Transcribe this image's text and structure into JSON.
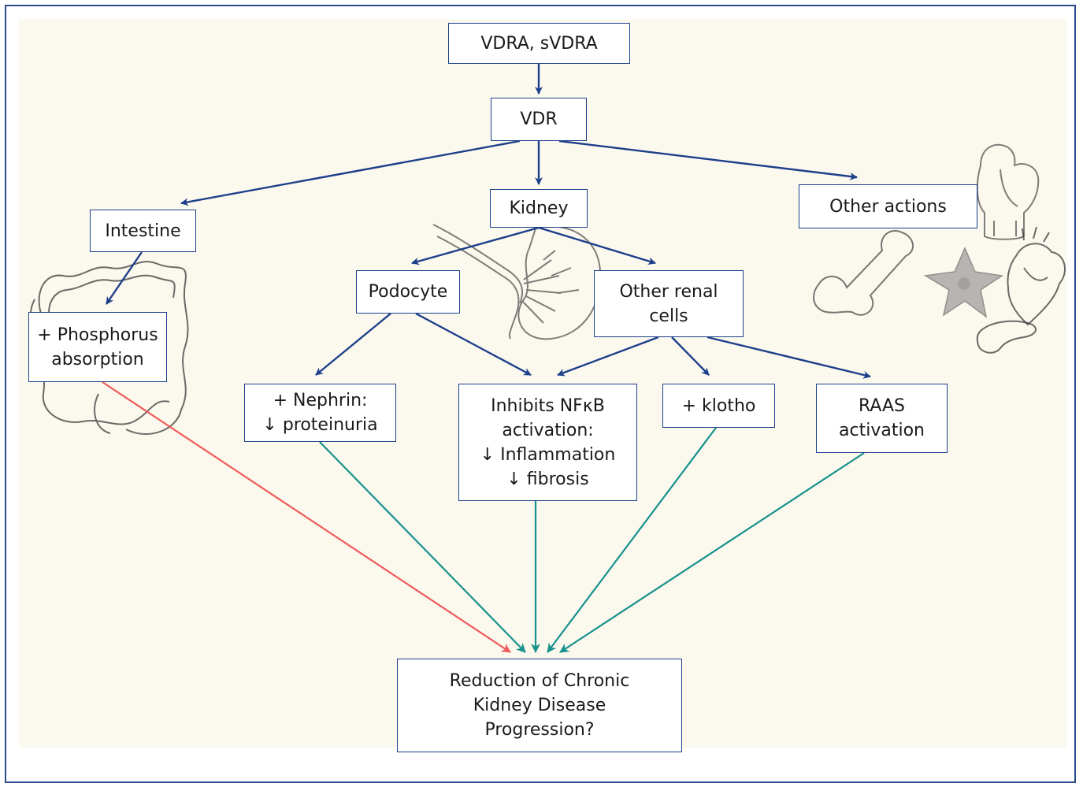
{
  "colors": {
    "frame": "#2b4a8b",
    "box_border": "#1c3f8a",
    "panel_bg": "#fbf8ee",
    "arrow_blue": "#1c3f8a",
    "arrow_teal": "#16918c",
    "arrow_red": "#ef5a5a"
  },
  "nodes": {
    "vdra": {
      "lines": [
        "VDRA, sVDRA"
      ]
    },
    "vdr": {
      "lines": [
        "VDR"
      ]
    },
    "intestine": {
      "lines": [
        "Intestine"
      ]
    },
    "kidney": {
      "lines": [
        "Kidney"
      ]
    },
    "other_actions": {
      "lines": [
        "Other actions"
      ]
    },
    "phosphorus": {
      "lines": [
        "+ Phosphorus",
        "absorption"
      ]
    },
    "podocyte": {
      "lines": [
        "Podocyte"
      ]
    },
    "other_renal": {
      "lines": [
        "Other renal",
        "cells"
      ]
    },
    "nephrin": {
      "lines": [
        "+ Nephrin:",
        "↓ proteinuria"
      ]
    },
    "nfkb": {
      "lines": [
        "Inhibits NFκB",
        "activation:",
        "↓ Inflammation",
        "↓ fibrosis"
      ]
    },
    "klotho": {
      "lines": [
        "+ klotho"
      ]
    },
    "raas": {
      "lines": [
        "RAAS",
        "activation"
      ]
    },
    "ckd": {
      "lines": [
        "Reduction of Chronic",
        "Kidney Disease",
        "Progression?"
      ]
    }
  },
  "illustrations": [
    "intestine-illustration",
    "kidney-illustration",
    "bone-illustration",
    "thyroid-illustration",
    "cell-illustration",
    "heart-illustration",
    "pancreas-illustration"
  ]
}
